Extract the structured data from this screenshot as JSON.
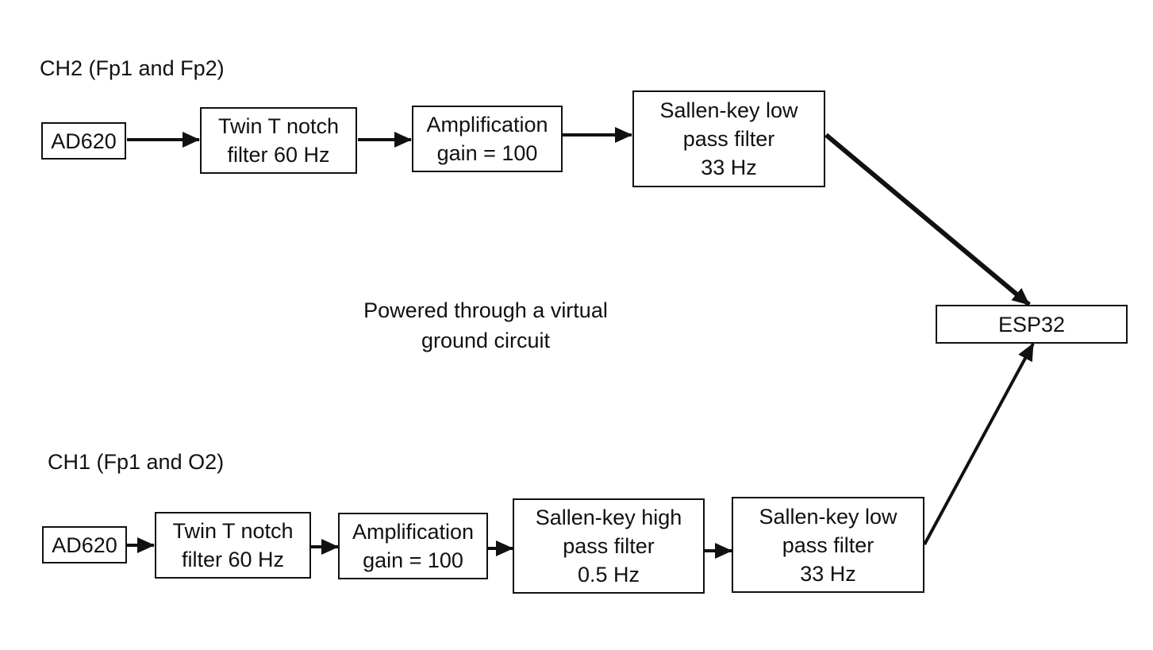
{
  "ch2": {
    "title": "CH2 (Fp1 and Fp2)",
    "blocks": {
      "ad620": "AD620",
      "notch": "Twin T notch\nfilter 60 Hz",
      "amp": "Amplification\ngain = 100",
      "lowpass": "Sallen-key low\npass filter\n33 Hz"
    }
  },
  "ch1": {
    "title": "CH1 (Fp1 and O2)",
    "blocks": {
      "ad620": "AD620",
      "notch": "Twin T notch\nfilter 60 Hz",
      "amp": "Amplification\ngain = 100",
      "highpass": "Sallen-key high\npass filter\n0.5 Hz",
      "lowpass": "Sallen-key low\npass filter\n33 Hz"
    }
  },
  "esp32": "ESP32",
  "power_note": "Powered through a virtual\nground circuit"
}
